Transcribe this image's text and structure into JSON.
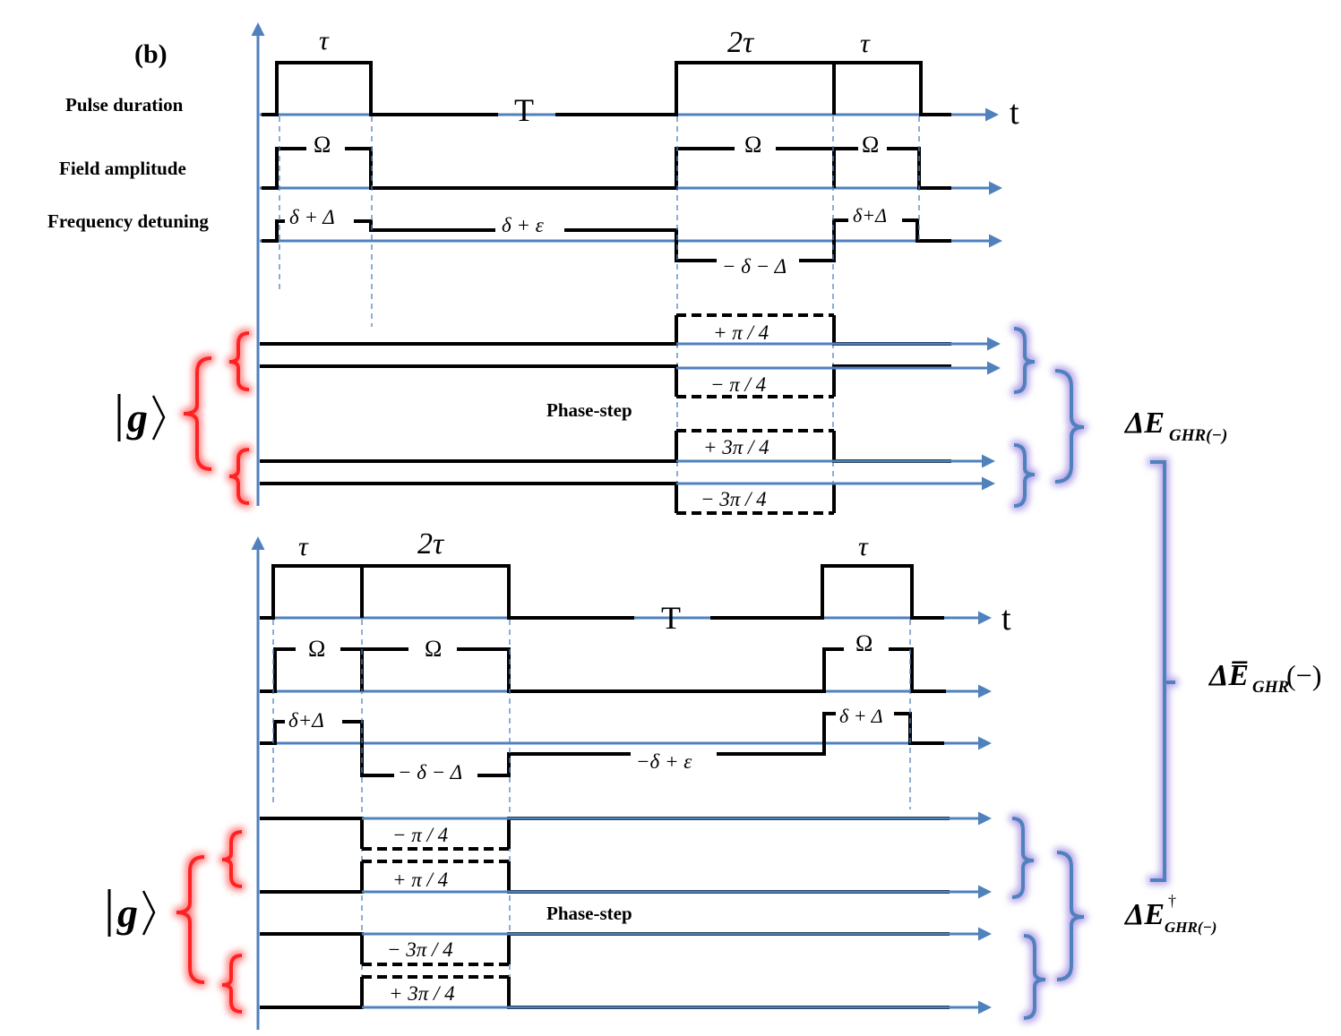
{
  "panel_label": "(b)",
  "row_labels": {
    "pulse_duration": "Pulse duration",
    "field_amplitude": "Field amplitude",
    "frequency_detuning": "Frequency detuning"
  },
  "time_axis": "t",
  "free_evolution": "T",
  "tau": "τ",
  "two_tau": "2τ",
  "omega": "Ω",
  "ground_ket": "|g⟩",
  "phase_step": "Phase-step",
  "top": {
    "detuning_pulse": "δ + Δ",
    "detuning_free": "δ + ε",
    "detuning_mid": "− δ − Δ",
    "detuning_end": "δ+Δ",
    "phases": [
      "+ π / 4",
      "− π / 4",
      "+ 3π / 4",
      "− 3π / 4"
    ],
    "result": "ΔE",
    "result_sub": "GHR(−)"
  },
  "bottom": {
    "detuning_pulse": "δ+Δ",
    "detuning_mid": "− δ − Δ",
    "detuning_free": "−δ + ε",
    "detuning_end": "δ + Δ",
    "phases": [
      "− π / 4",
      "+ π / 4",
      "− 3π / 4",
      "+ 3π / 4"
    ],
    "result": "ΔE",
    "result_sup": "†",
    "result_sub": "GHR(−)"
  },
  "combined": {
    "symbol": "ΔE̅",
    "sub": "GHR",
    "suffix": "(−)"
  },
  "colors": {
    "axis": "#4f81bd",
    "signal": "#000000",
    "ket_brace": "#ff2020",
    "glow_red": "#ff8080",
    "glow_purple": "#b3a2e8"
  }
}
